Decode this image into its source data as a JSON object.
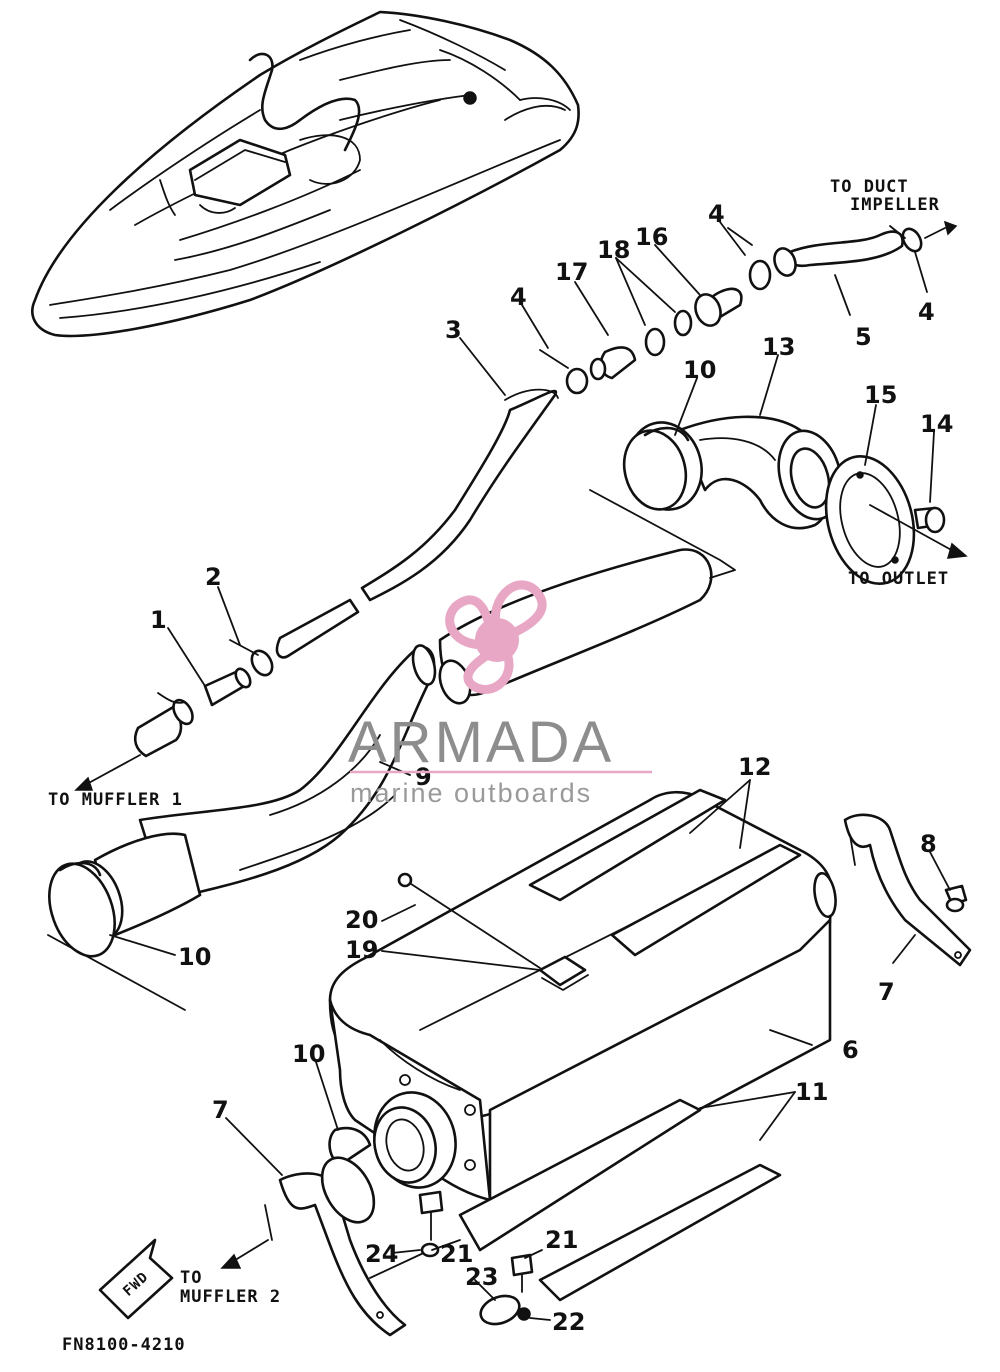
{
  "diagram": {
    "code": "FN8100-4210",
    "part_numbers": [
      "1",
      "2",
      "3",
      "4",
      "4",
      "4",
      "5",
      "6",
      "7",
      "7",
      "8",
      "9",
      "10",
      "10",
      "10",
      "10",
      "11",
      "12",
      "13",
      "14",
      "15",
      "16",
      "17",
      "18",
      "19",
      "20",
      "21",
      "21",
      "22",
      "23",
      "24"
    ],
    "labels": {
      "to_duct_line1": "TO DUCT",
      "to_duct_line2": "IMPELLER",
      "to_outlet": "TO OUTLET",
      "to_muffler_1": "TO MUFFLER 1",
      "to_muffler_2_line1": "TO",
      "to_muffler_2_line2": "MUFFLER 2",
      "fwd": "FWD"
    }
  },
  "watermark": {
    "brand": "ARMADA",
    "tagline": "marine outboards",
    "accent_color": "#e8a7c4",
    "icon": "propeller-icon"
  }
}
